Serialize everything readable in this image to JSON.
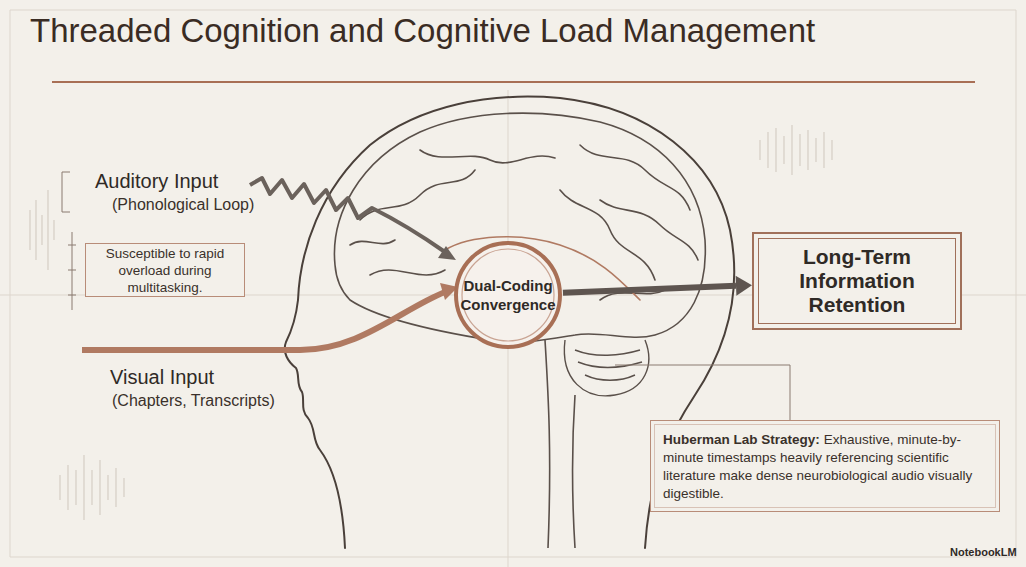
{
  "diagram": {
    "title": "Threaded Cognition and Cognitive Load Management",
    "nodes": [
      {
        "text": [
          "Susceptible to rapid overload during multitasking."
        ]
      },
      {
        "text": [
          "Dual-Coding Convergence"
        ]
      },
      {
        "text": [
          "Long-Term Information Retention"
        ]
      },
      {
        "text": [
          "Huberman Lab Strategy:",
          "Exhaustive, minute-by-minute timestamps heavily referencing scientific literature make dense neurobiological audio visually digestible."
        ]
      }
    ],
    "edges": [
      {
        "from": 1,
        "to": 2,
        "arrow": "to"
      }
    ],
    "labels": [
      "Auditory Input",
      "(Phonological Loop)",
      "Visual Input",
      "(Chapters, Transcripts)",
      "NotebookLM"
    ]
  }
}
